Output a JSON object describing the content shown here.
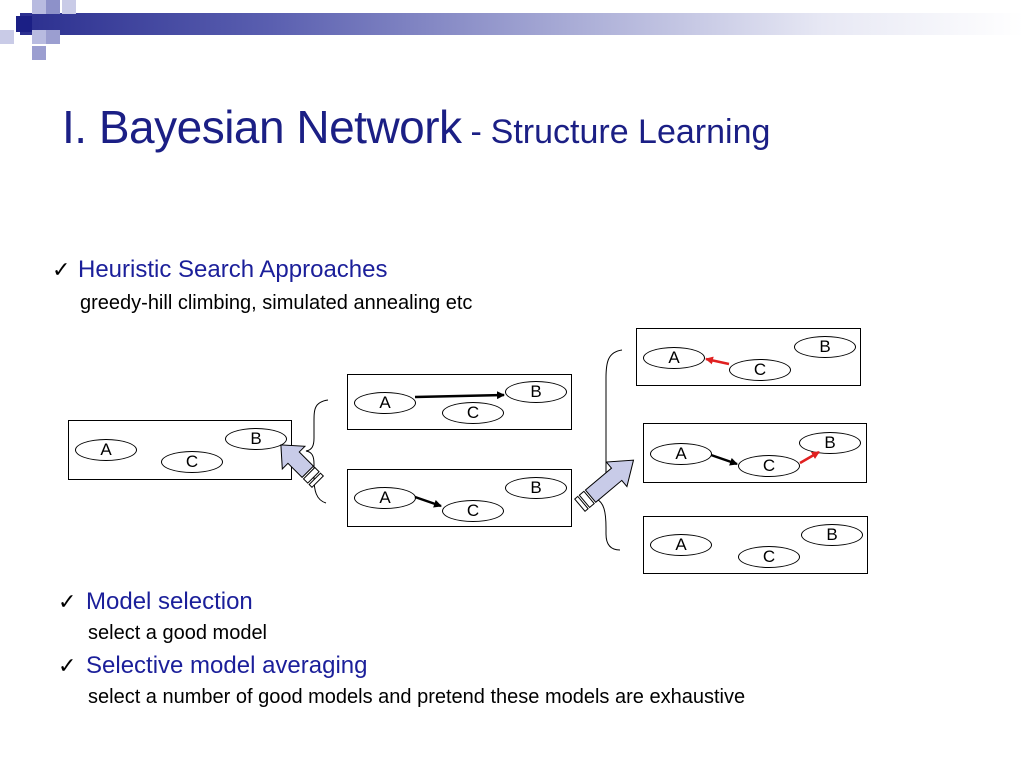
{
  "title": {
    "main": "I. Bayesian Network",
    "separator": "-",
    "subtitle": "Structure Learning"
  },
  "colors": {
    "title": "#1b1f85",
    "bullet_heading": "#1b1f9a",
    "edge_default": "#000000",
    "edge_changed": "#e02020",
    "arrow_fill": "#c8cbe8"
  },
  "bullets": [
    {
      "icon": "checkmark-icon",
      "check": "✓",
      "heading": "Heuristic Search Approaches",
      "text": "greedy-hill climbing, simulated annealing etc"
    },
    {
      "icon": "checkmark-icon",
      "check": "✓",
      "heading": "Model selection",
      "text": "select a good model"
    },
    {
      "icon": "checkmark-icon",
      "check": "✓",
      "heading": "Selective model averaging",
      "text": "select a number of good models and pretend these models are exhaustive"
    }
  ],
  "networks": [
    {
      "id": "initial",
      "nodes": {
        "a": "A",
        "b": "B",
        "c": "C"
      },
      "edges": []
    },
    {
      "id": "step1-top",
      "nodes": {
        "a": "A",
        "b": "B",
        "c": "C"
      },
      "edges": [
        {
          "from": "A",
          "to": "B",
          "changed": false
        }
      ]
    },
    {
      "id": "step1-bottom",
      "nodes": {
        "a": "A",
        "b": "B",
        "c": "C"
      },
      "edges": [
        {
          "from": "A",
          "to": "C",
          "changed": false
        }
      ]
    },
    {
      "id": "step2-top",
      "nodes": {
        "a": "A",
        "b": "B",
        "c": "C"
      },
      "edges": [
        {
          "from": "C",
          "to": "A",
          "changed": true
        }
      ]
    },
    {
      "id": "step2-middle",
      "nodes": {
        "a": "A",
        "b": "B",
        "c": "C"
      },
      "edges": [
        {
          "from": "A",
          "to": "C",
          "changed": false
        },
        {
          "from": "C",
          "to": "B",
          "changed": true
        }
      ]
    },
    {
      "id": "step2-bottom",
      "nodes": {
        "a": "A",
        "b": "B",
        "c": "C"
      },
      "edges": []
    }
  ]
}
